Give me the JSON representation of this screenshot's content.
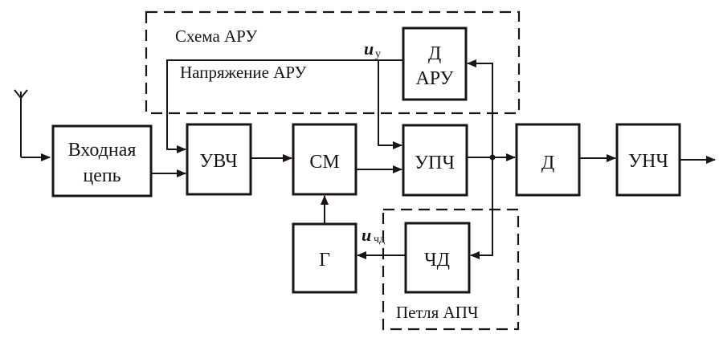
{
  "diagram": {
    "type": "block-diagram",
    "title": "Superheterodyne receiver with AGC and AFC",
    "blocks": {
      "input": {
        "line1": "Входная",
        "line2": "цепь"
      },
      "rf_amp": {
        "label": "УВЧ"
      },
      "mixer": {
        "label": "СМ"
      },
      "if_amp": {
        "label": "УПЧ"
      },
      "detector": {
        "label": "Д"
      },
      "af_amp": {
        "label": "УНЧ"
      },
      "oscillator": {
        "label": "Г"
      },
      "freq_detector": {
        "label": "ЧД"
      },
      "agc_detector": {
        "line1": "Д",
        "line2": "АРУ"
      }
    },
    "groups": {
      "agc": {
        "label": "Схема АРУ",
        "voltage_label": "Напряжение АРУ"
      },
      "afc": {
        "label": "Петля АПЧ"
      }
    },
    "signals": {
      "agc_voltage": {
        "symbol": "u",
        "subscript": "у"
      },
      "fd_voltage": {
        "symbol": "u",
        "subscript": "чд"
      }
    },
    "connections": [
      [
        "antenna",
        "input"
      ],
      [
        "input",
        "rf_amp"
      ],
      [
        "rf_amp",
        "mixer"
      ],
      [
        "mixer",
        "if_amp"
      ],
      [
        "if_amp",
        "detector"
      ],
      [
        "detector",
        "af_amp"
      ],
      [
        "af_amp",
        "output"
      ],
      [
        "if_amp",
        "agc_detector"
      ],
      [
        "agc_detector",
        "rf_amp"
      ],
      [
        "agc_detector",
        "if_amp"
      ],
      [
        "if_amp",
        "freq_detector"
      ],
      [
        "freq_detector",
        "oscillator"
      ],
      [
        "oscillator",
        "mixer"
      ]
    ]
  }
}
